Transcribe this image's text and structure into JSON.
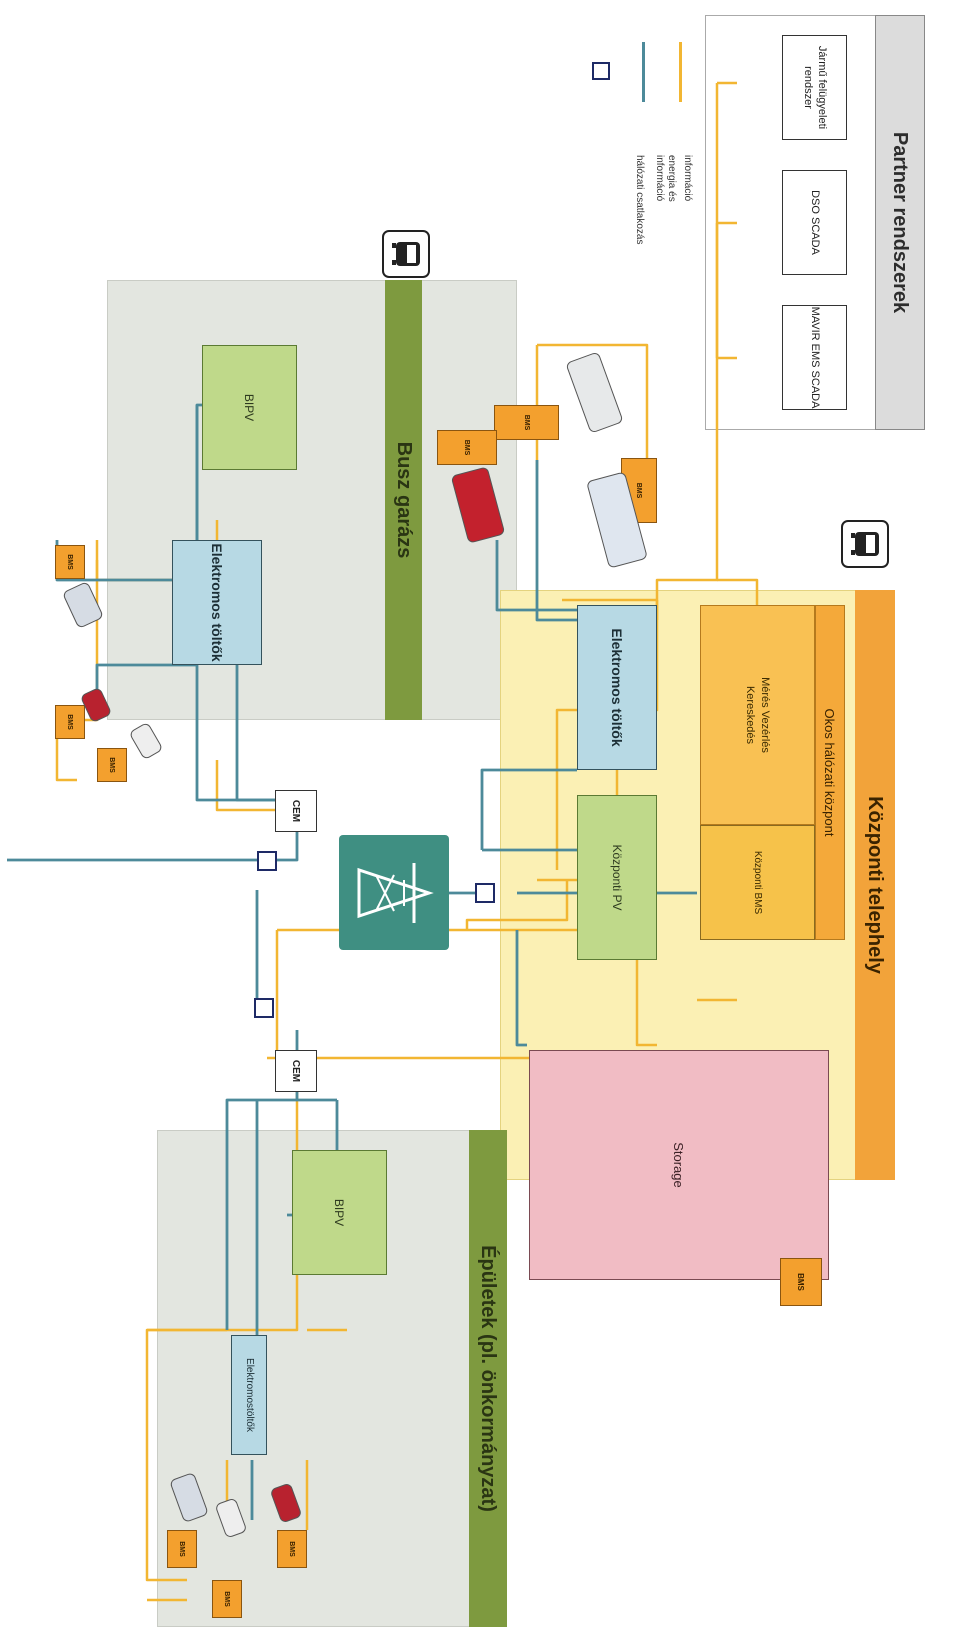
{
  "partner": {
    "title": "Partner rendszerek",
    "systems": [
      "Jármű felügyeleti rendszer",
      "DSO SCADA",
      "MAVIR EMS SCADA"
    ]
  },
  "legend": [
    {
      "key": "info",
      "label": "információ",
      "color": "#f2b632"
    },
    {
      "key": "energy",
      "label": "energia és információ",
      "color": "#4d8a9a"
    },
    {
      "key": "connection",
      "label": "hálózati csatlakozás",
      "color": "#1e2a66"
    }
  ],
  "bus_garage": {
    "title": "Busz garázs",
    "bipv": "BIPV",
    "chargers": "Elektromos töltők",
    "bms": [
      "BMS",
      "BMS",
      "BMS"
    ],
    "icon": "bus-front-icon"
  },
  "central": {
    "title": "Központi telephely",
    "okos_title": "Okos hálózati központ",
    "okos_body": "Mérés Vezérlés Kereskedés",
    "kozponti_bms": "Központi BMS",
    "chargers": "Elektromos töltők",
    "pv": "Központi PV",
    "storage": "Storage",
    "storage_bms": "BMS",
    "bms": [
      "BMS",
      "BMS",
      "BMS"
    ],
    "icon": "bus-front-icon"
  },
  "grid": {
    "cem_left": "CEM",
    "cem_right": "CEM",
    "icon": "transmission-tower-icon"
  },
  "buildings": {
    "title": "Épületek (pl. önkormányzat)",
    "bipv": "BIPV",
    "chargers": "Elektromostöltők",
    "bms": [
      "BMS",
      "BMS",
      "BMS"
    ]
  },
  "colors": {
    "info": "#f2b632",
    "energy": "#4d8a9a",
    "connection": "#1e2a66",
    "gray_region": "#e3e6e0",
    "yellow_region": "#fbf0b4",
    "green_bar": "#7e9a3f",
    "orange_bar": "#f2a33a",
    "tower_bg": "#3f8f82"
  }
}
